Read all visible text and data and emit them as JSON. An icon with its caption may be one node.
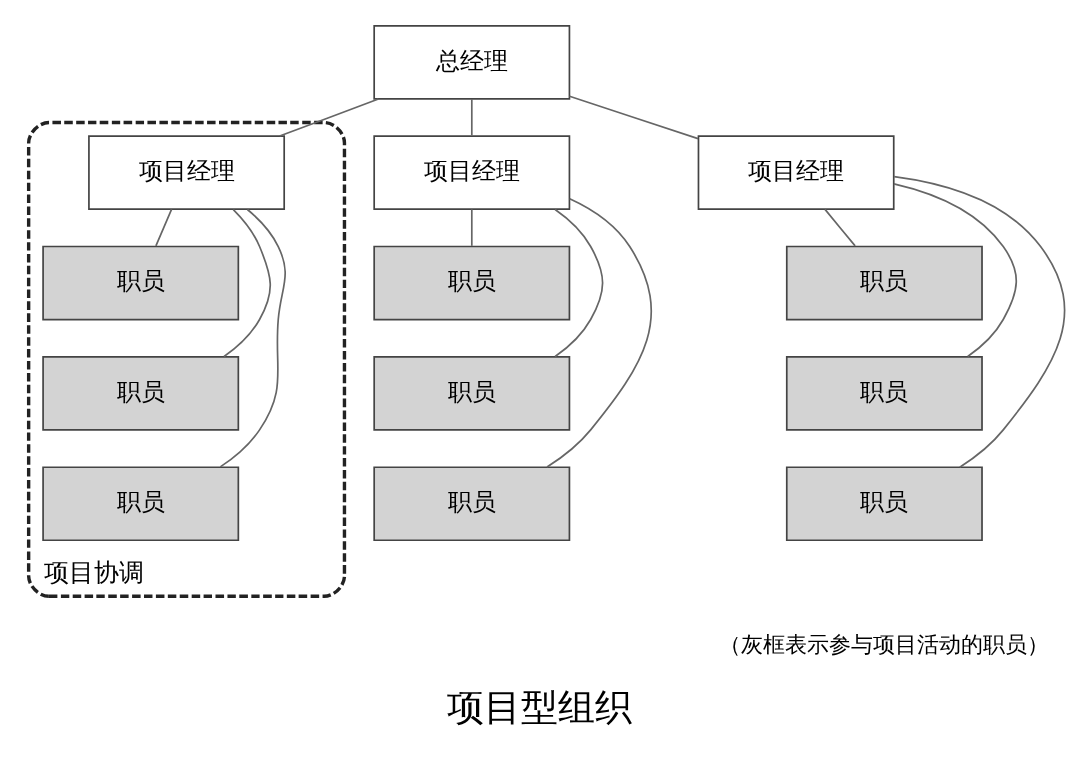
{
  "diagram": {
    "title": "项目型组织",
    "nodes": [
      {
        "text": [
          "总经理"
        ]
      },
      {
        "text": [
          "项目协调"
        ]
      },
      {
        "text": [
          "项目经理"
        ],
        "in": 1
      },
      {
        "text": [
          "职员"
        ],
        "in": 1
      },
      {
        "text": [
          "职员"
        ],
        "in": 1
      },
      {
        "text": [
          "职员"
        ],
        "in": 1
      },
      {
        "text": [
          "项目经理"
        ]
      },
      {
        "text": [
          "职员"
        ]
      },
      {
        "text": [
          "职员"
        ]
      },
      {
        "text": [
          "职员"
        ]
      },
      {
        "text": [
          "项目经理"
        ]
      },
      {
        "text": [
          "职员"
        ]
      },
      {
        "text": [
          "职员"
        ]
      },
      {
        "text": [
          "职员"
        ]
      }
    ],
    "edges": [
      {
        "from": 0,
        "to": 2,
        "arrow": "none"
      },
      {
        "from": 0,
        "to": 6,
        "arrow": "none"
      },
      {
        "from": 0,
        "to": 10,
        "arrow": "none"
      },
      {
        "from": 2,
        "to": 3,
        "arrow": "none"
      },
      {
        "from": 2,
        "to": 4,
        "arrow": "none"
      },
      {
        "from": 2,
        "to": 5,
        "arrow": "none"
      },
      {
        "from": 6,
        "to": 7,
        "arrow": "none"
      },
      {
        "from": 6,
        "to": 8,
        "arrow": "none"
      },
      {
        "from": 6,
        "to": 9,
        "arrow": "none"
      },
      {
        "from": 10,
        "to": 11,
        "arrow": "none"
      },
      {
        "from": 10,
        "to": 12,
        "arrow": "none"
      },
      {
        "from": 10,
        "to": 13,
        "arrow": "none"
      }
    ],
    "labels": [
      "（灰框表示参与项目活动的职员）"
    ]
  }
}
